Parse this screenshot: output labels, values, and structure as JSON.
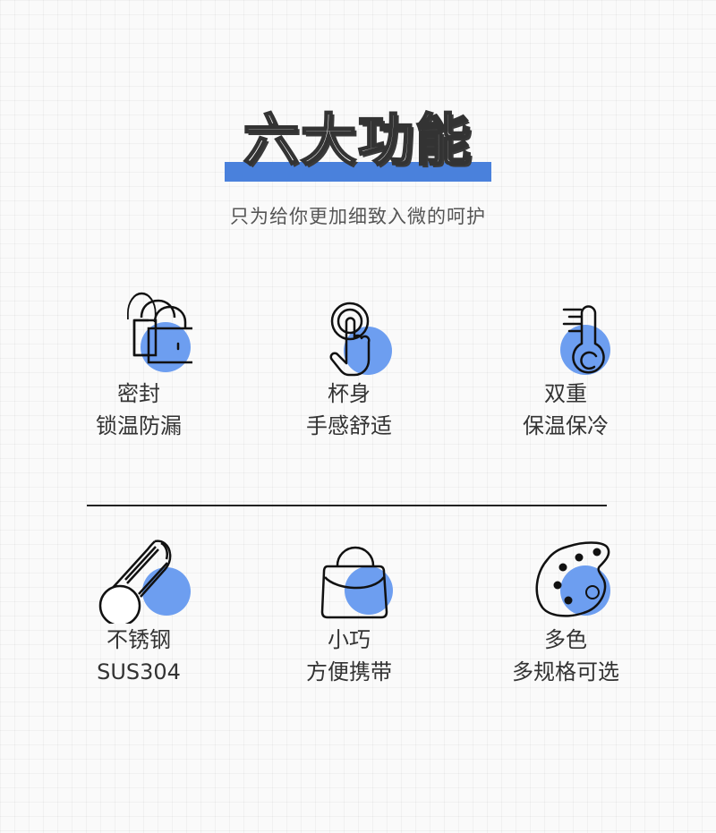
{
  "header": {
    "title": "六大功能",
    "subtitle": "只为给你更加细致入微的呵护"
  },
  "colors": {
    "accent": "#4a81dc",
    "icon_circle": "#6d9ef0",
    "stroke": "#111111",
    "text": "#333333"
  },
  "features": [
    {
      "icon": "padlock-icon",
      "line1": "密封",
      "line2": "锁温防漏"
    },
    {
      "icon": "touch-hand-icon",
      "line1": "杯身",
      "line2": "手感舒适"
    },
    {
      "icon": "thermometer-icon",
      "line1": "双重",
      "line2": "保温保冷"
    },
    {
      "icon": "stainless-cylinder-icon",
      "line1": "不锈钢",
      "line2": "SUS304"
    },
    {
      "icon": "handbag-icon",
      "line1": "小巧",
      "line2": "方便携带"
    },
    {
      "icon": "color-palette-icon",
      "line1": "多色",
      "line2": "多规格可选"
    }
  ]
}
